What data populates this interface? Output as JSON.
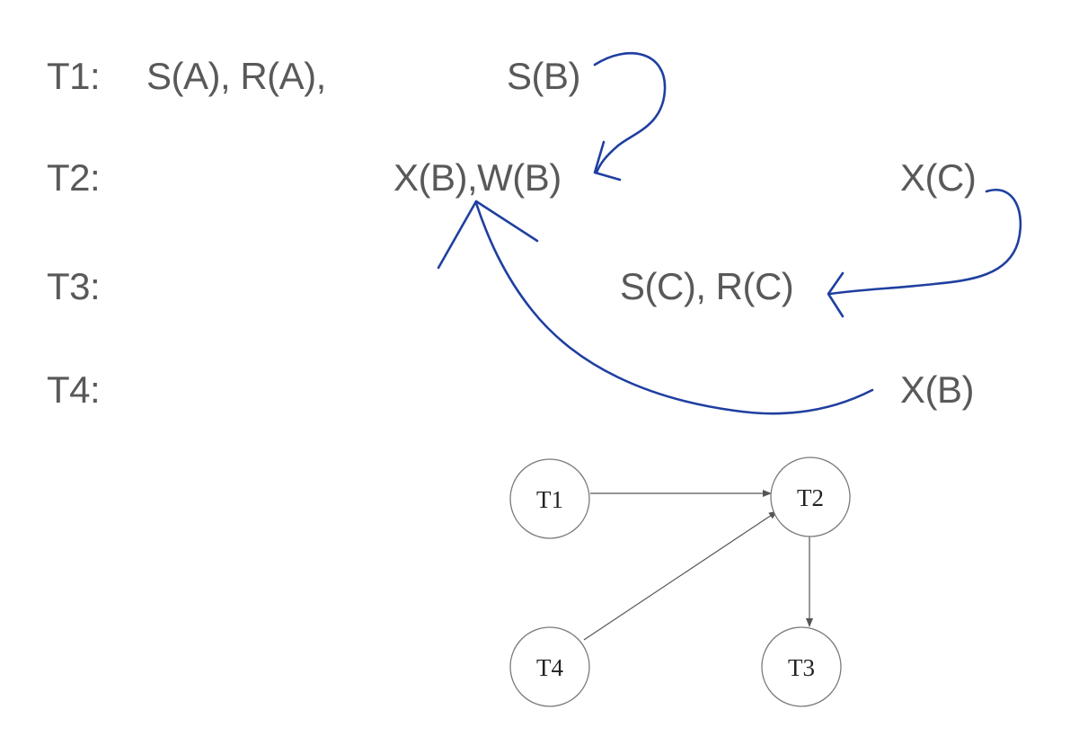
{
  "schedule": {
    "rows": [
      {
        "label": "T1:",
        "operations": [
          "S(A), R(A),",
          "S(B)"
        ]
      },
      {
        "label": "T2:",
        "operations": [
          "X(B),W(B)",
          "X(C)"
        ]
      },
      {
        "label": "T3:",
        "operations": [
          "S(C), R(C)"
        ]
      },
      {
        "label": "T4:",
        "operations": [
          "X(B)"
        ]
      }
    ]
  },
  "annotation_color": "#1f3fa0",
  "text_color": "#595959",
  "handwritten_arrows": [
    {
      "from": "T1 S(B)",
      "to": "T2 X(B),W(B)"
    },
    {
      "from": "T2 X(C)",
      "to": "T3 S(C), R(C)"
    },
    {
      "from": "T4 X(B)",
      "to": "T2 X(B),W(B)"
    }
  ],
  "graph": {
    "nodes": [
      "T1",
      "T2",
      "T3",
      "T4"
    ],
    "edges": [
      {
        "from": "T1",
        "to": "T2"
      },
      {
        "from": "T2",
        "to": "T3"
      },
      {
        "from": "T4",
        "to": "T2"
      }
    ]
  }
}
